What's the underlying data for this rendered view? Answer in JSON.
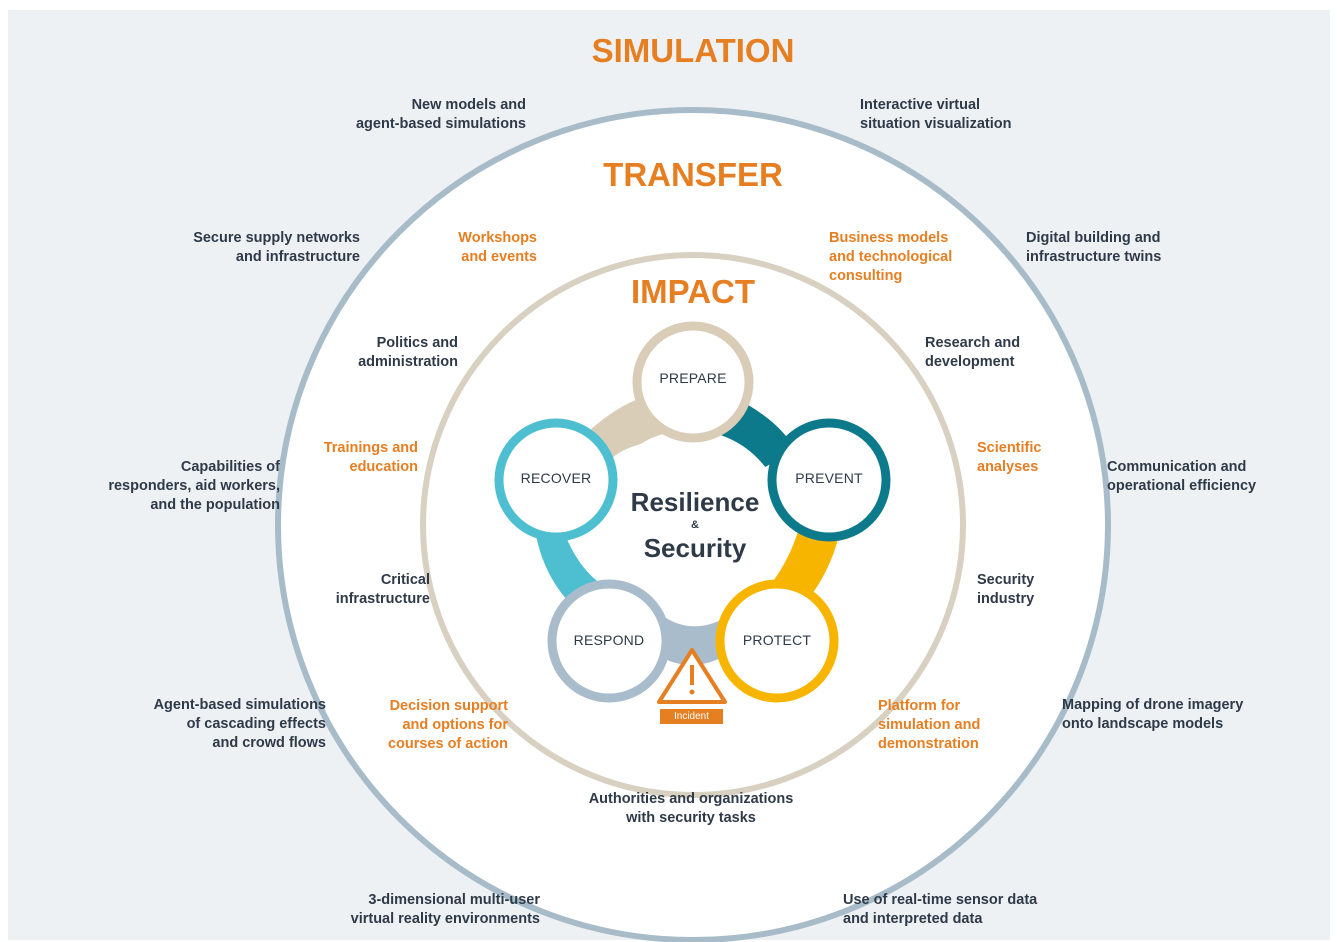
{
  "rings": {
    "outer_title": "SIMULATION",
    "middle_title": "TRANSFER",
    "inner_title": "IMPACT"
  },
  "simulation_items": {
    "top_left": "New models and\nagent-based simulations",
    "top_right": "Interactive virtual\nsituation visualization",
    "upper_left": "Secure supply networks\nand infrastructure",
    "upper_right": "Digital building and\ninfrastructure twins",
    "mid_left": "Capabilities of\nresponders, aid workers,\nand the population",
    "mid_right": "Communication and\noperational efficiency",
    "lower_left": "Agent-based simulations\nof cascading effects\nand crowd flows",
    "lower_right": "Mapping of drone imagery\nonto landscape models",
    "bottom_left": "3-dimensional multi-user\nvirtual reality environments",
    "bottom_right": "Use of real-time sensor data\nand interpreted data"
  },
  "transfer_items": {
    "workshops": "Workshops\nand events",
    "business": "Business models\nand technological\nconsulting",
    "trainings": "Trainings and\neducation",
    "scientific": "Scientific\nanalyses",
    "decision": "Decision support\nand options for\ncourses of action",
    "platform": "Platform for\nsimulation and\ndemonstration"
  },
  "impact_items": {
    "politics": "Politics and\nadministration",
    "research": "Research and\ndevelopment",
    "critical": "Critical\ninfrastructure",
    "security_industry": "Security\nindustry",
    "authorities": "Authorities and organizations\nwith security tasks"
  },
  "cycle": {
    "prepare": "PREPARE",
    "prevent": "PREVENT",
    "protect": "PROTECT",
    "respond": "RESPOND",
    "recover": "RECOVER",
    "center_line1": "Resilience",
    "center_amp": "&",
    "center_line2": "Security",
    "incident": "Incident"
  },
  "colors": {
    "accent_orange": "#e67e22",
    "text_dark": "#2e3a48",
    "outer_ring": "#a7bcc8",
    "inner_ring": "#d8d0c0",
    "prepare": "#d9cdb8",
    "prevent": "#0d7a8c",
    "protect": "#f7b500",
    "respond": "#a9bccb",
    "recover": "#4dbfd0",
    "background": "#eef1f4"
  },
  "icons": [
    "warning-triangle-icon"
  ]
}
